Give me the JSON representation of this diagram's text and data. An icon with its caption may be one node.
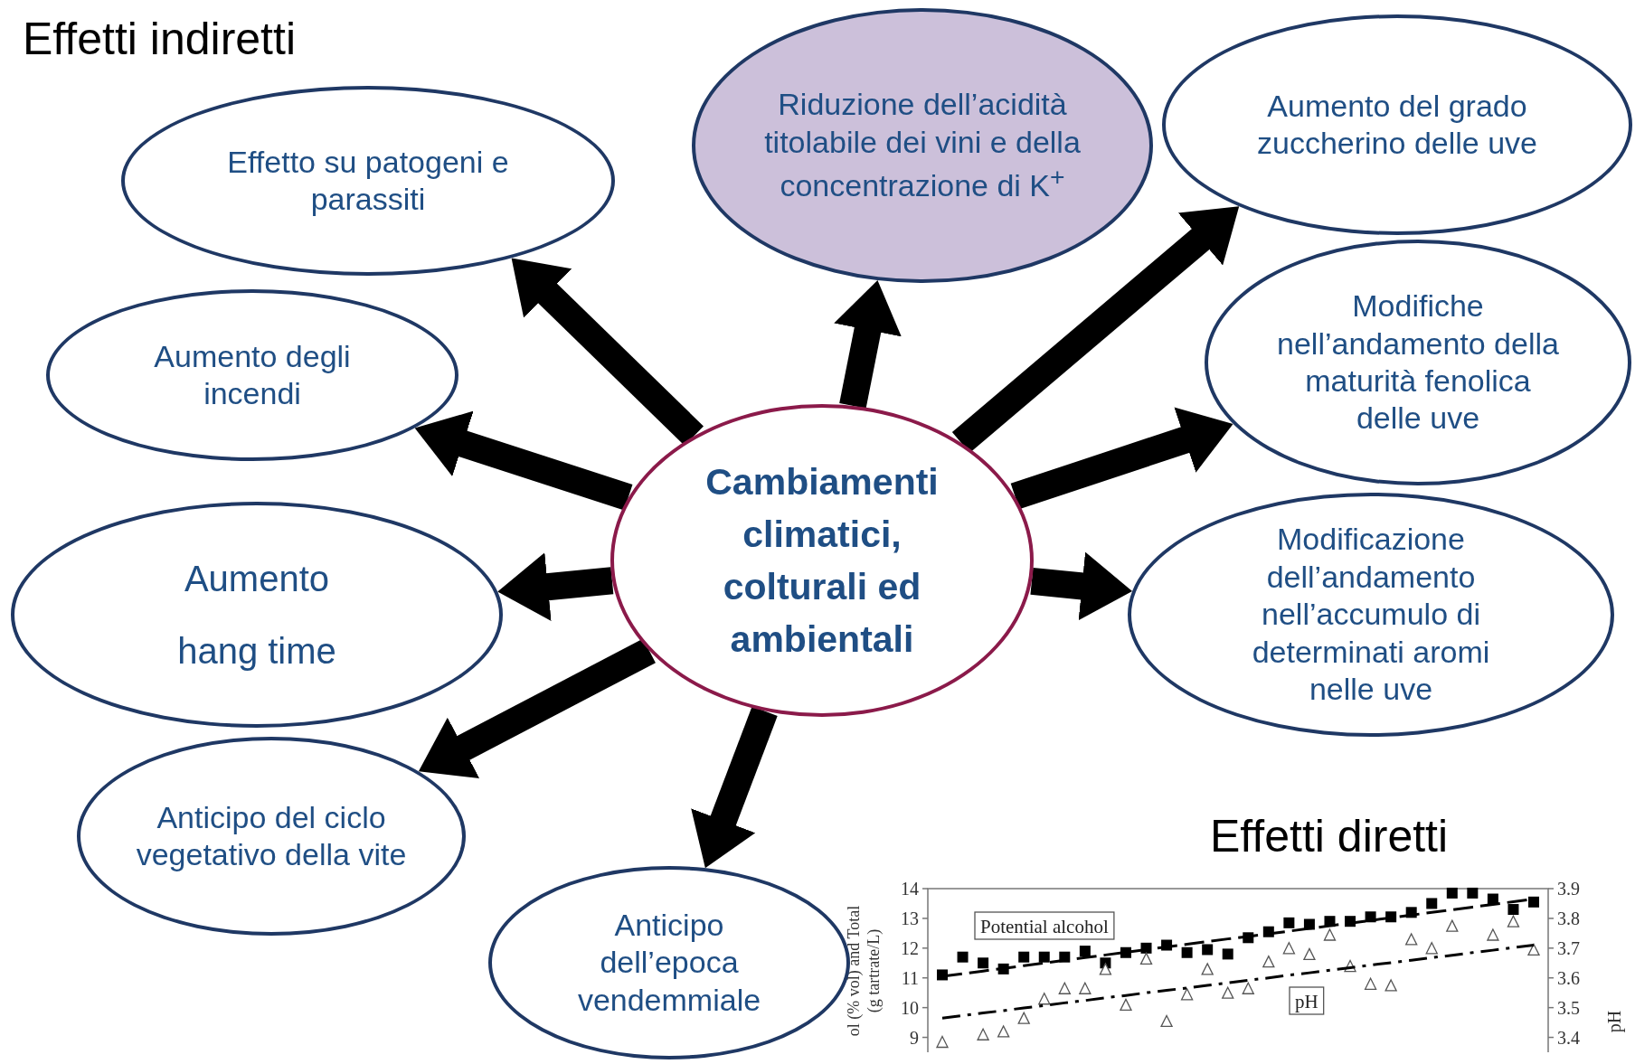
{
  "diagram": {
    "nodes": [
      {
        "text": [
          "Cambiamenti climatici, colturali ed ambientali"
        ]
      },
      {
        "text": [
          "Effetto su patogeni e parassiti"
        ]
      },
      {
        "text": [
          "Aumento degli incendi"
        ]
      },
      {
        "text": [
          "Aumento hang time"
        ]
      },
      {
        "text": [
          "Anticipo del ciclo vegetativo della vite"
        ]
      },
      {
        "text": [
          "Anticipo dell’epoca vendemmiale"
        ]
      },
      {
        "text": [
          "Riduzione dell’acidità titolabile dei vini e della concentrazione di K$^{+}$"
        ]
      },
      {
        "text": [
          "Aumento del grado zuccherino delle uve"
        ]
      },
      {
        "text": [
          "Modifiche nell’andamento della maturità fenolica delle uve"
        ]
      },
      {
        "text": [
          "Modificazione dell’andamento nell’accumulo di determinati aromi nelle uve"
        ]
      }
    ],
    "edges": [
      {
        "from": 0,
        "to": 1,
        "arrow": "to"
      },
      {
        "from": 0,
        "to": 2,
        "arrow": "to"
      },
      {
        "from": 0,
        "to": 3,
        "arrow": "to"
      },
      {
        "from": 0,
        "to": 4,
        "arrow": "to"
      },
      {
        "from": 0,
        "to": 5,
        "arrow": "to"
      },
      {
        "from": 0,
        "to": 6,
        "arrow": "to"
      },
      {
        "from": 0,
        "to": 7,
        "arrow": "to"
      },
      {
        "from": 0,
        "to": 8,
        "arrow": "to"
      },
      {
        "from": 0,
        "to": 9,
        "arrow": "to"
      }
    ],
    "labels": [
      "Effetti indiretti",
      "Effetti diretti"
    ],
    "chart_data": {
      "type": "scatter",
      "ylabel": "ol (% vol) and Total (g tartrate/L)",
      "y2label": "pH",
      "ylim": [
        8.5,
        14
      ],
      "yticks": [
        9,
        10,
        11,
        12,
        13,
        14
      ],
      "y2lim": [
        3.35,
        3.9
      ],
      "y2ticks": [
        3.4,
        3.5,
        3.6,
        3.7,
        3.8,
        3.9
      ],
      "series": [
        {
          "name": "Potential alcohol",
          "values": [
            11.1,
            11.7,
            11.5,
            11.3,
            11.7,
            11.7,
            11.7,
            11.9,
            11.5,
            11.85,
            12.0,
            12.1,
            11.85,
            11.95,
            11.8,
            12.35,
            12.55,
            12.85,
            12.8,
            12.9,
            12.9,
            13.05,
            13.05,
            13.2,
            13.5,
            13.85,
            13.85,
            13.65,
            13.3,
            13.55
          ]
        },
        {
          "name": "pH",
          "axis": "y2",
          "values": [
            3.385,
            null,
            3.41,
            3.42,
            3.465,
            3.53,
            3.565,
            3.565,
            3.63,
            3.51,
            3.665,
            3.455,
            3.545,
            3.63,
            3.55,
            3.565,
            3.655,
            3.7,
            3.68,
            3.745,
            3.64,
            3.58,
            3.575,
            3.73,
            3.7,
            3.775,
            null,
            3.745,
            3.79,
            3.695
          ]
        },
        {
          "type": "line",
          "line_style": "dashed",
          "values": [
            11.05,
            11.14,
            11.23,
            11.32,
            11.41,
            11.5,
            11.59,
            11.68,
            11.77,
            11.86,
            11.95,
            12.04,
            12.13,
            12.22,
            12.31,
            12.39,
            12.48,
            12.57,
            12.66,
            12.75,
            12.84,
            12.93,
            13.02,
            13.11,
            13.2,
            13.29,
            13.38,
            13.47,
            13.56,
            13.65
          ]
        },
        {
          "type": "line",
          "line_style": "dashdot",
          "axis": "y2",
          "values": [
            3.465,
            3.473,
            3.482,
            3.49,
            3.499,
            3.507,
            3.516,
            3.524,
            3.533,
            3.541,
            3.55,
            3.558,
            3.566,
            3.575,
            3.583,
            3.592,
            3.6,
            3.609,
            3.617,
            3.626,
            3.634,
            3.643,
            3.651,
            3.659,
            3.668,
            3.676,
            3.685,
            3.693,
            3.702,
            3.71
          ]
        }
      ]
    }
  }
}
